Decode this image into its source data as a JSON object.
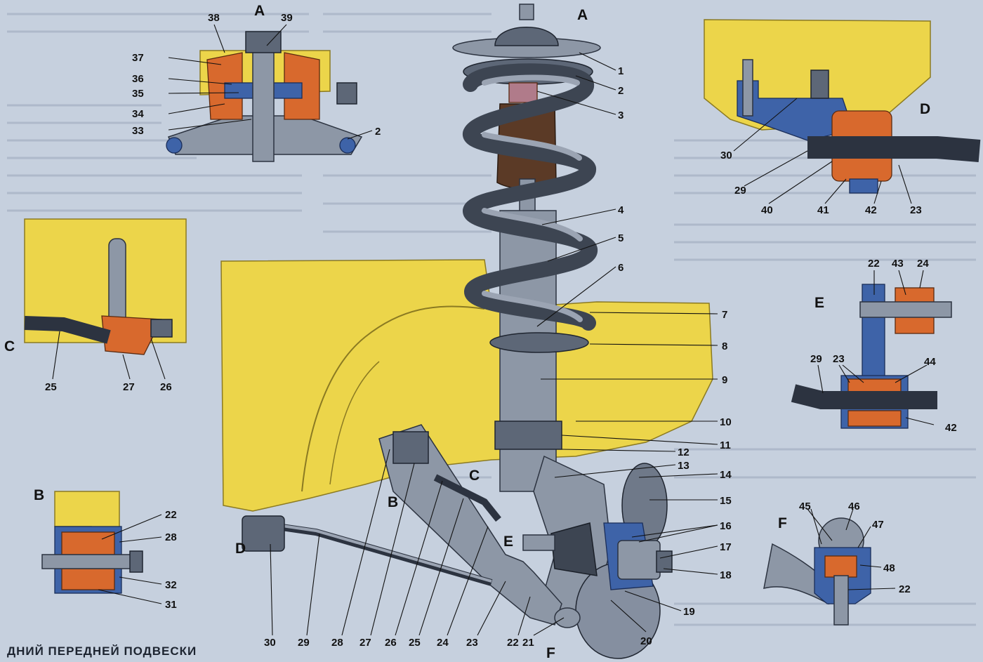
{
  "footer_text": "ДНИЙ ПЕРЕДНЕЙ ПОДВЕСКИ",
  "letters": {
    "A": "A",
    "B": "B",
    "C": "C",
    "D": "D",
    "E": "E",
    "F": "F"
  },
  "part_numbers": [
    "1",
    "2",
    "3",
    "4",
    "5",
    "6",
    "7",
    "8",
    "9",
    "10",
    "11",
    "12",
    "13",
    "14",
    "15",
    "16",
    "17",
    "18",
    "19",
    "20",
    "21",
    "22",
    "23",
    "24",
    "25",
    "26",
    "27",
    "28",
    "29",
    "30",
    "31",
    "32",
    "33",
    "34",
    "35",
    "36",
    "37",
    "38",
    "39",
    "40",
    "41",
    "42",
    "43",
    "44",
    "45",
    "46",
    "47",
    "48"
  ],
  "colors": {
    "body_yellow": "#ecd54a",
    "rubber_orange": "#d8692d",
    "metal_blue": "#3e63a8",
    "steel_gray": "#8d97a6"
  }
}
